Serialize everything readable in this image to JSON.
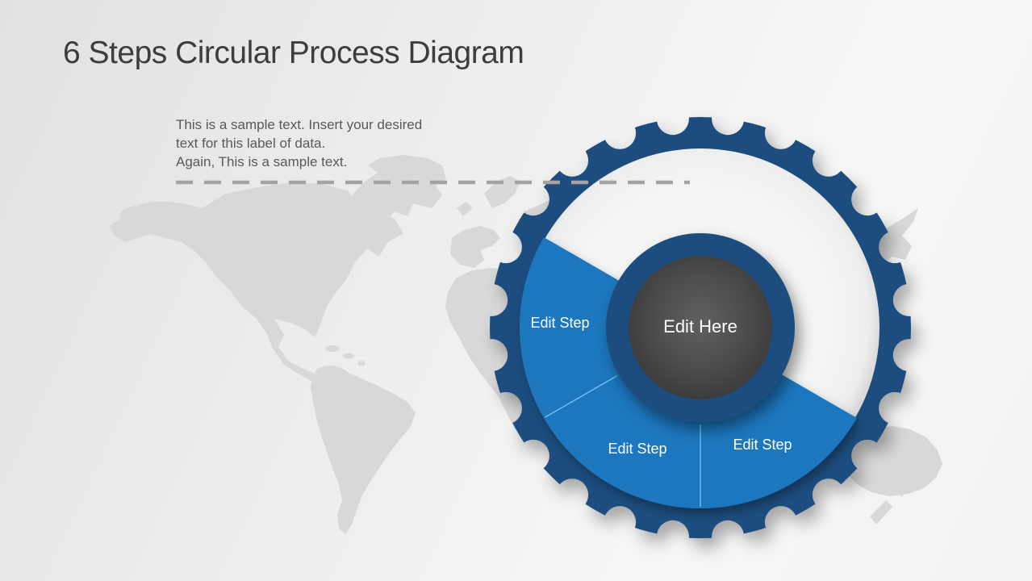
{
  "header": {
    "title": "6 Steps Circular Process Diagram"
  },
  "annotation": {
    "text": "This is a sample text. Insert your desired\ntext for this label of data.\nAgain, This is a sample text."
  },
  "diagram": {
    "type": "circular-process-gear",
    "center_label": "Edit Here",
    "steps": [
      {
        "label": "Edit Step",
        "position": "left"
      },
      {
        "label": "Edit Step",
        "position": "bottom"
      },
      {
        "label": "Edit Step",
        "position": "bottom-right"
      }
    ]
  },
  "colors": {
    "gear_ring_navy": "#1F4E7E",
    "segment_blue": "#1B77BE",
    "segment_divider": "#6EC4F2",
    "hub_gray_center": "#5E5E5E",
    "hub_gray_edge": "#3B3B3B",
    "interior_white": "#F4F4F4",
    "map_gray": "#D8D8D8",
    "dashed_line_gray": "#A3A3A3",
    "title_text": "#3D3D3D",
    "annotation_text": "#595959",
    "label_text": "#FFFFFF"
  }
}
